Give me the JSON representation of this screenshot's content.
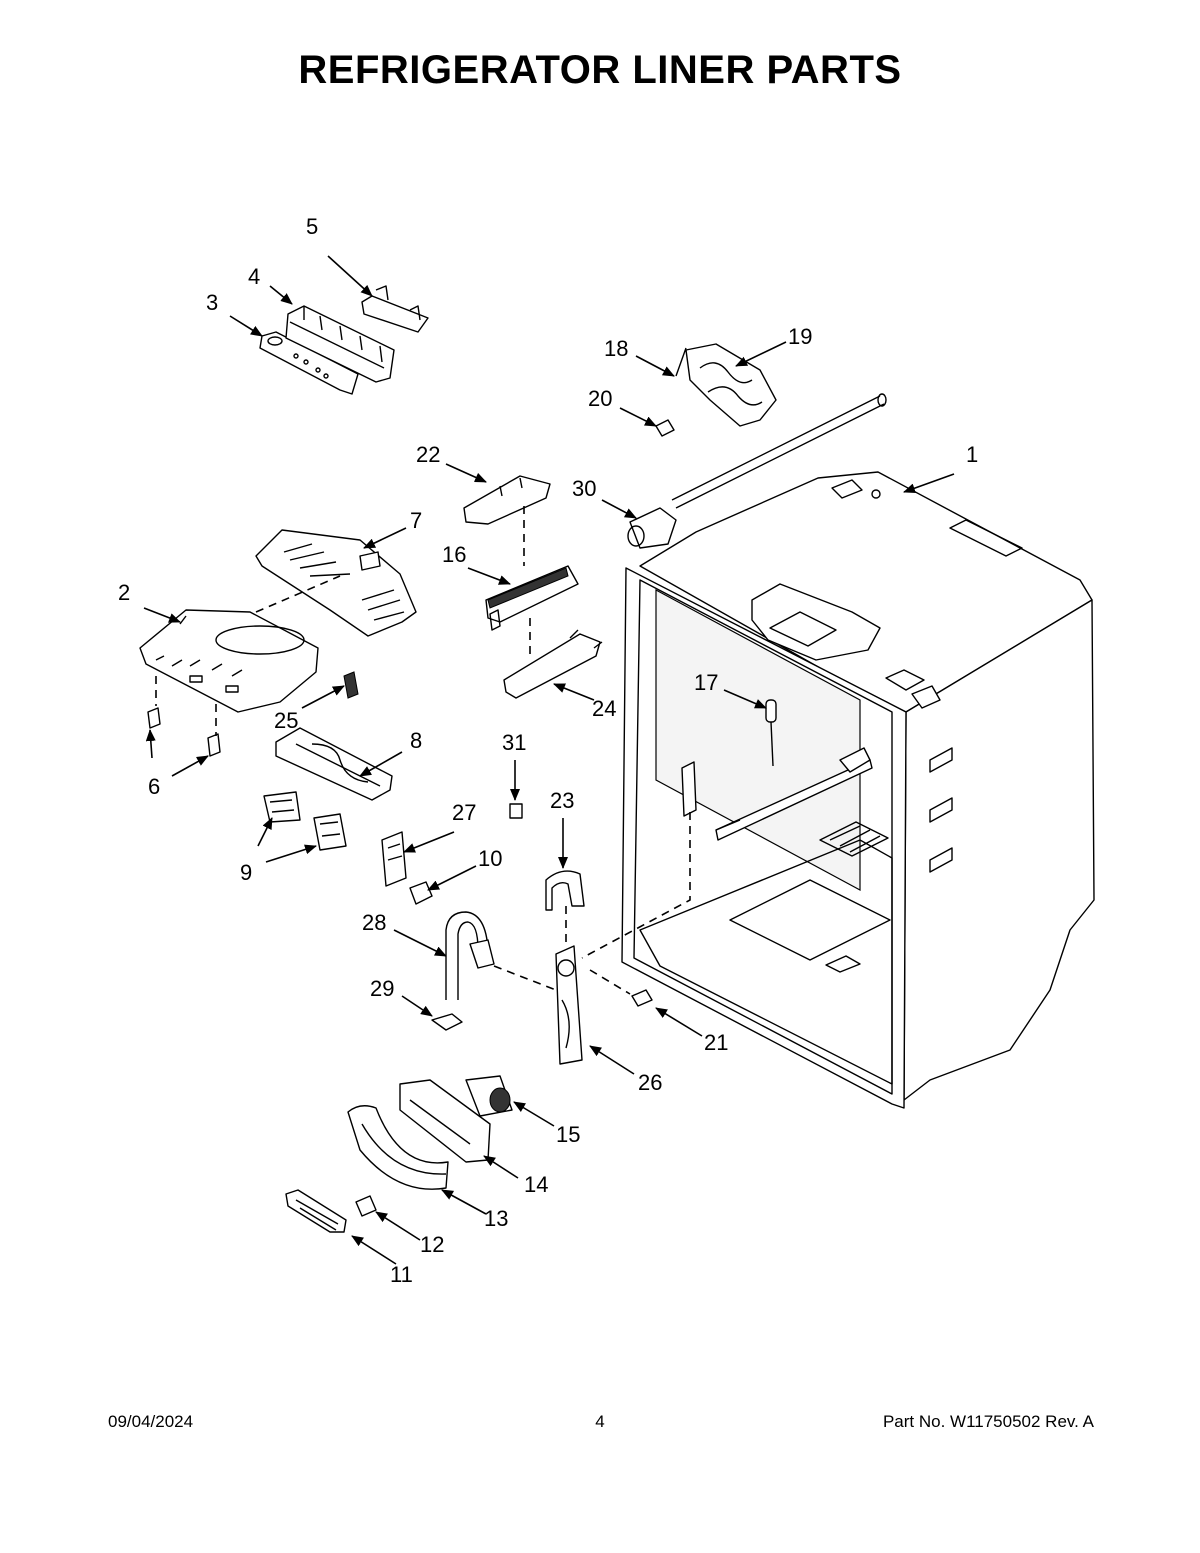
{
  "title": "REFRIGERATOR LINER PARTS",
  "callouts": [
    "1",
    "2",
    "3",
    "4",
    "5",
    "6",
    "7",
    "8",
    "9",
    "10",
    "11",
    "12",
    "13",
    "14",
    "15",
    "16",
    "17",
    "18",
    "19",
    "20",
    "21",
    "22",
    "23",
    "24",
    "25",
    "26",
    "27",
    "28",
    "29",
    "30",
    "31"
  ],
  "footer": {
    "date": "09/04/2024",
    "page": "4",
    "part_no": "Part No.  W11750502  Rev.  A"
  }
}
